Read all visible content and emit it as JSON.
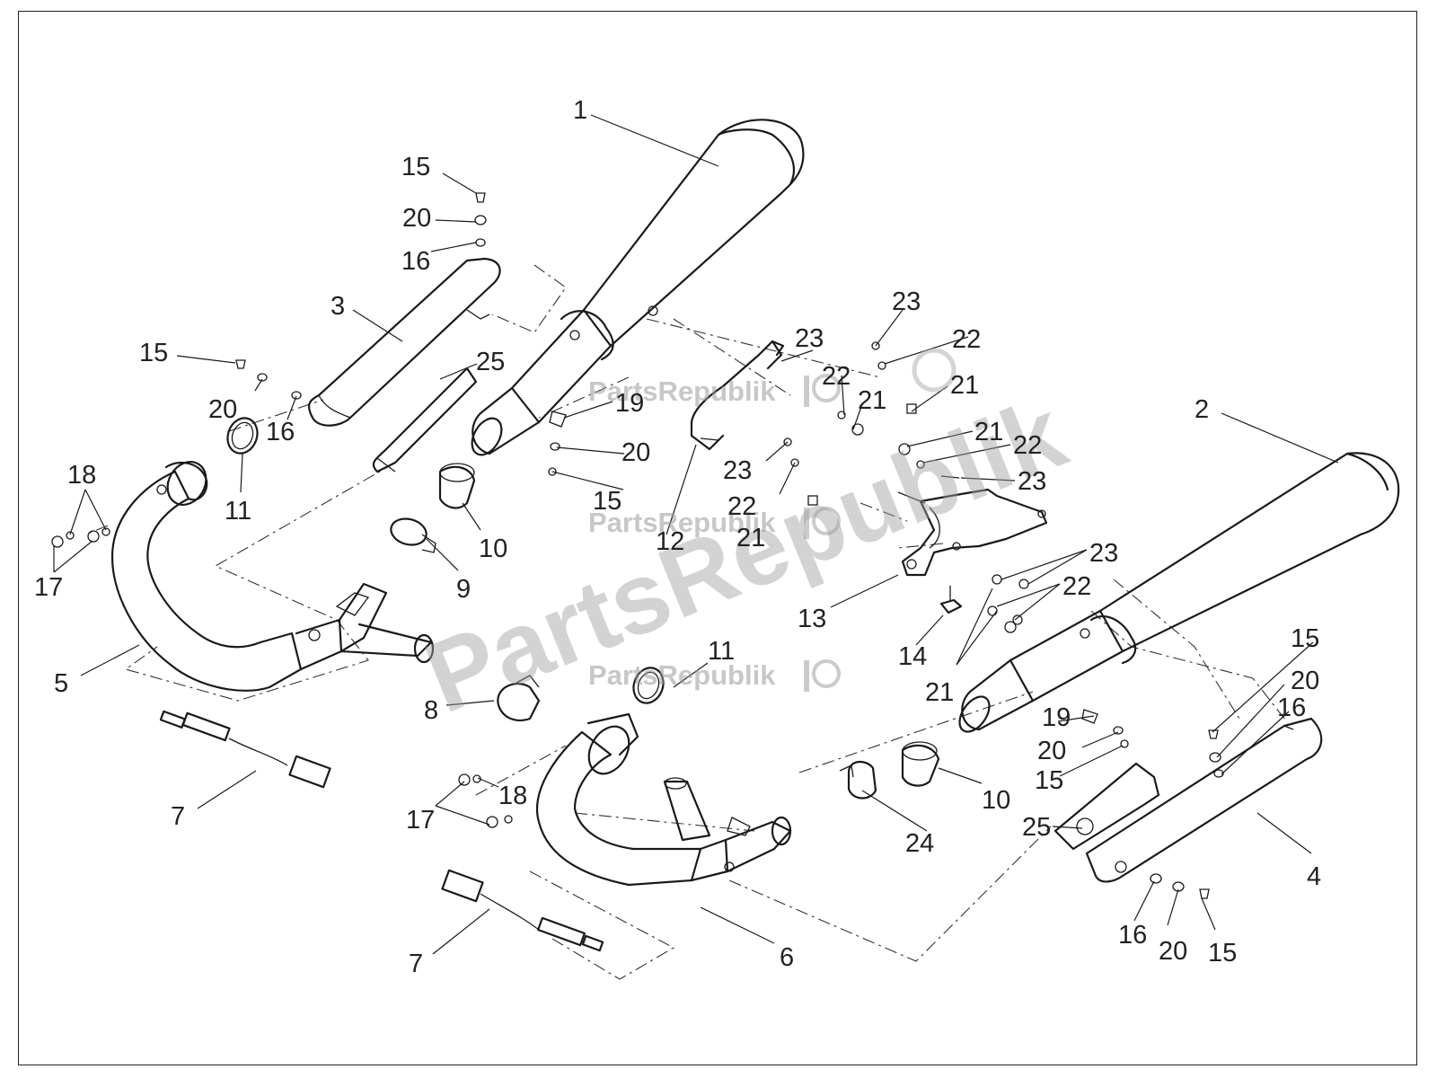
{
  "watermark": {
    "small_label": "PartsRepublik",
    "big_label": "PartsRepublik"
  },
  "callouts": [
    {
      "id": "c1",
      "text": "1"
    },
    {
      "id": "c2",
      "text": "2"
    },
    {
      "id": "c3",
      "text": "3"
    },
    {
      "id": "c4",
      "text": "4"
    },
    {
      "id": "c5",
      "text": "5"
    },
    {
      "id": "c6",
      "text": "6"
    },
    {
      "id": "c7a",
      "text": "7"
    },
    {
      "id": "c7b",
      "text": "7"
    },
    {
      "id": "c8",
      "text": "8"
    },
    {
      "id": "c9",
      "text": "9"
    },
    {
      "id": "c10a",
      "text": "10"
    },
    {
      "id": "c10b",
      "text": "10"
    },
    {
      "id": "c11a",
      "text": "11"
    },
    {
      "id": "c11b",
      "text": "11"
    },
    {
      "id": "c12",
      "text": "12"
    },
    {
      "id": "c13",
      "text": "13"
    },
    {
      "id": "c14",
      "text": "14"
    },
    {
      "id": "c15a",
      "text": "15"
    },
    {
      "id": "c15b",
      "text": "15"
    },
    {
      "id": "c15c",
      "text": "15"
    },
    {
      "id": "c15d",
      "text": "15"
    },
    {
      "id": "c15e",
      "text": "15"
    },
    {
      "id": "c15f",
      "text": "15"
    },
    {
      "id": "c16a",
      "text": "16"
    },
    {
      "id": "c16b",
      "text": "16"
    },
    {
      "id": "c16c",
      "text": "16"
    },
    {
      "id": "c16d",
      "text": "16"
    },
    {
      "id": "c17a",
      "text": "17"
    },
    {
      "id": "c17b",
      "text": "17"
    },
    {
      "id": "c18a",
      "text": "18"
    },
    {
      "id": "c18b",
      "text": "18"
    },
    {
      "id": "c19a",
      "text": "19"
    },
    {
      "id": "c19b",
      "text": "19"
    },
    {
      "id": "c20a",
      "text": "20"
    },
    {
      "id": "c20b",
      "text": "20"
    },
    {
      "id": "c20c",
      "text": "20"
    },
    {
      "id": "c20d",
      "text": "20"
    },
    {
      "id": "c20e",
      "text": "20"
    },
    {
      "id": "c20f",
      "text": "20"
    },
    {
      "id": "c21a",
      "text": "21"
    },
    {
      "id": "c21b",
      "text": "21"
    },
    {
      "id": "c21c",
      "text": "21"
    },
    {
      "id": "c21d",
      "text": "21"
    },
    {
      "id": "c21e",
      "text": "21"
    },
    {
      "id": "c22a",
      "text": "22"
    },
    {
      "id": "c22b",
      "text": "22"
    },
    {
      "id": "c22c",
      "text": "22"
    },
    {
      "id": "c22d",
      "text": "22"
    },
    {
      "id": "c22e",
      "text": "22"
    },
    {
      "id": "c23a",
      "text": "23"
    },
    {
      "id": "c23b",
      "text": "23"
    },
    {
      "id": "c23c",
      "text": "23"
    },
    {
      "id": "c23d",
      "text": "23"
    },
    {
      "id": "c23e",
      "text": "23"
    },
    {
      "id": "c24",
      "text": "24"
    },
    {
      "id": "c25a",
      "text": "25"
    },
    {
      "id": "c25b",
      "text": "25"
    }
  ]
}
